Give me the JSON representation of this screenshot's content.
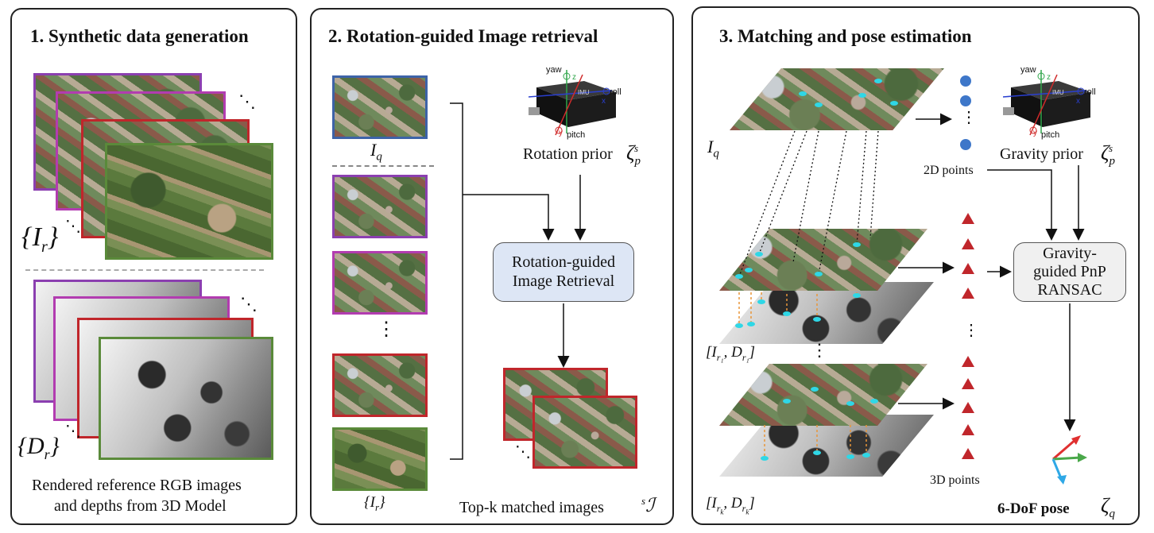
{
  "panel1": {
    "title": "1. Synthetic data generation",
    "ref_images_label": "{I_r}",
    "depth_label": "{D_r}",
    "caption_line1": "Rendered reference RGB images",
    "caption_line2": "and depths from 3D Model"
  },
  "panel2": {
    "title": "2. Rotation-guided  Image retrieval",
    "query_label": "I_q",
    "ref_label": "{I_r}",
    "rotation_prior_label": "Rotation prior",
    "rotation_prior_symbol": "ζ_p^s",
    "retrieval_box_line1": "Rotation-guided",
    "retrieval_box_line2": "Image Retrieval",
    "topk_label": "Top-k matched images",
    "topk_symbol": "^sℐ",
    "imu": {
      "yaw": "yaw",
      "roll": "roll",
      "pitch": "pitch",
      "chip": "IMU",
      "x": "x",
      "y": "y",
      "z": "z"
    }
  },
  "panel3": {
    "title": "3. Matching and pose estimation",
    "query_label": "I_q",
    "points2d_label": "2D points",
    "points3d_label": "3D points",
    "gravity_prior_label": "Gravity prior",
    "gravity_prior_symbol": "ζ_p^s",
    "pnp_line1": "Gravity-",
    "pnp_line2": "guided PnP",
    "pnp_line3": "RANSAC",
    "ref1_label": "[I_r1, D_r1]",
    "refk_label": "[I_rk, D_rk]",
    "pose_label": "6-DoF pose",
    "pose_symbol": "ζ_q",
    "imu": {
      "yaw": "yaw",
      "roll": "roll",
      "pitch": "pitch",
      "chip": "IMU",
      "x": "x",
      "y": "y",
      "z": "z"
    }
  },
  "colors": {
    "purple": "#8b3fb0",
    "magenta": "#b23cb0",
    "red": "#c0262b",
    "green": "#5a8a3a",
    "blue": "#3d63a8",
    "box_fill": "#dde6f5",
    "pnp_fill": "#f0f0f0",
    "point_blue": "#3e77c9",
    "triangle_red": "#c0262b",
    "keypoint_cyan": "#2fd7e6",
    "depth_link_orange": "#e8963a"
  },
  "glyphs": {
    "ellipsis_vertical": "⋮",
    "ellipsis_diag": "⋱"
  }
}
